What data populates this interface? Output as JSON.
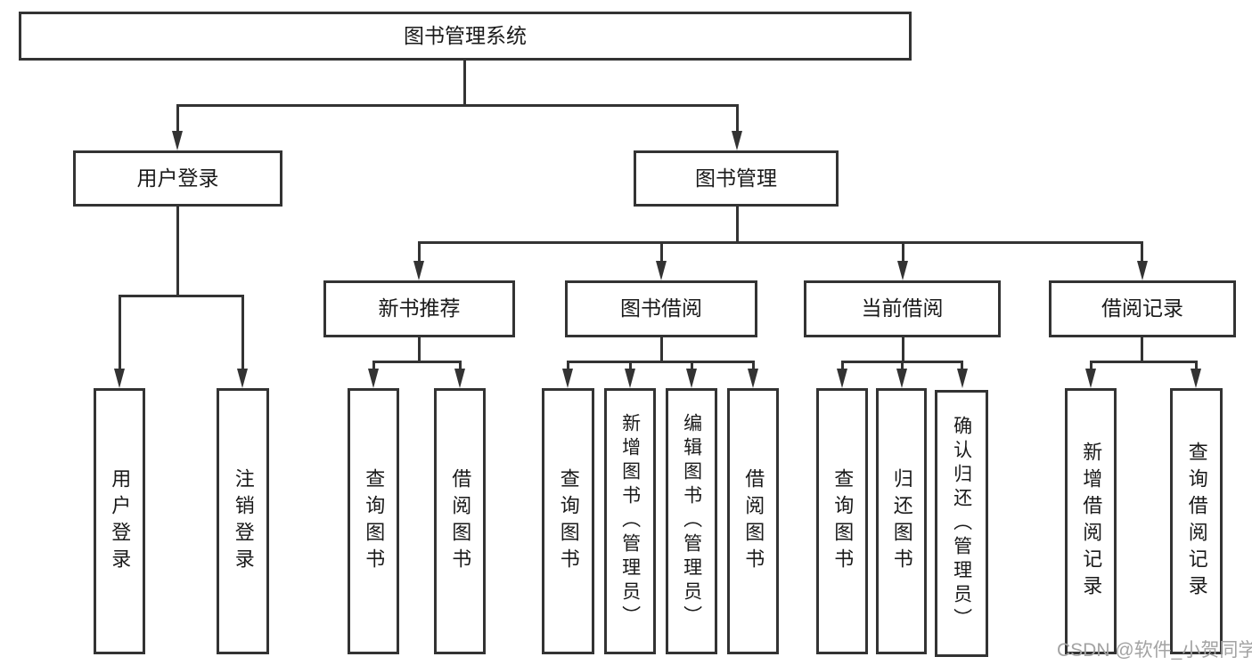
{
  "tree": {
    "root": "图书管理系统",
    "children": [
      {
        "label": "用户登录",
        "children": [
          {
            "label": "用户登录"
          },
          {
            "label": "注销登录"
          }
        ]
      },
      {
        "label": "图书管理",
        "children": [
          {
            "label": "新书推荐",
            "children": [
              {
                "label": "查询图书"
              },
              {
                "label": "借阅图书"
              }
            ]
          },
          {
            "label": "图书借阅",
            "children": [
              {
                "label": "查询图书"
              },
              {
                "label": "新增图书（管理员）"
              },
              {
                "label": "编辑图书（管理员）"
              },
              {
                "label": "借阅图书"
              }
            ]
          },
          {
            "label": "当前借阅",
            "children": [
              {
                "label": "查询图书"
              },
              {
                "label": "归还图书"
              },
              {
                "label": "确认归还（管理员）"
              }
            ]
          },
          {
            "label": "借阅记录",
            "children": [
              {
                "label": "新增借阅记录"
              },
              {
                "label": "查询借阅记录"
              }
            ]
          }
        ]
      }
    ]
  },
  "watermark": {
    "text": "CSDN @软件_小贺同学"
  },
  "colors": {
    "line": "#333333",
    "box_background": "#ffffff",
    "text": "#1a1a1a",
    "watermark": "#a3a3a3"
  }
}
